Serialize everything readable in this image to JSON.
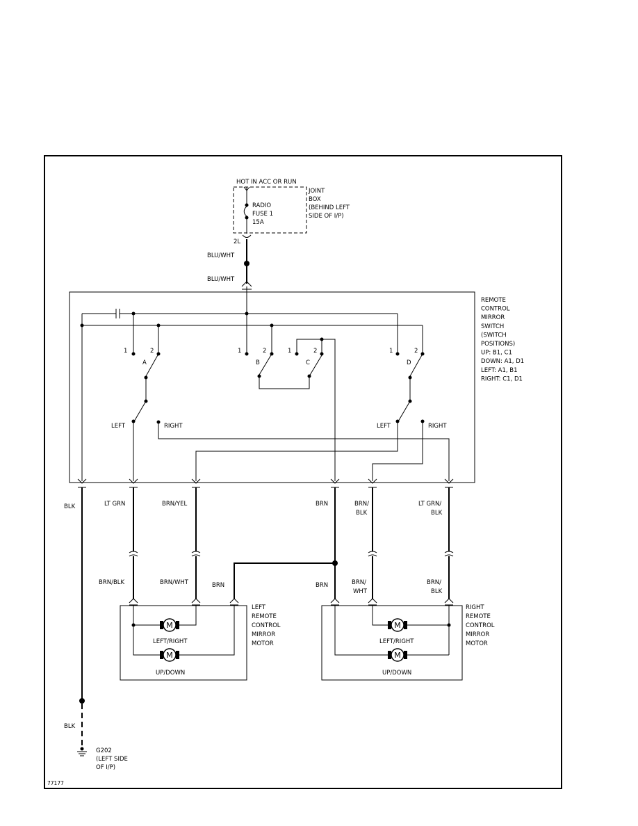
{
  "power": {
    "label": "HOT IN ACC OR RUN"
  },
  "joint_box": {
    "lines": [
      "JOINT",
      "BOX",
      "(BEHIND LEFT",
      "SIDE OF I/P)"
    ]
  },
  "fuse": {
    "lines": [
      "RADIO",
      "FUSE 1",
      "15A"
    ]
  },
  "connectors": {
    "c2l": "2L"
  },
  "wires": {
    "blu_wht_top": "BLU/WHT",
    "blu_wht_mid": "BLU/WHT",
    "blk_top": "BLK",
    "blk_bottom": "BLK",
    "lt_grn": "LT GRN",
    "brn_yel": "BRN/YEL",
    "brn_upper": "BRN",
    "brn_blk_upper": [
      "BRN/",
      "BLK"
    ],
    "lt_grn_blk": [
      "LT GRN/",
      "BLK"
    ],
    "brn_blk_lower": "BRN/BLK",
    "brn_wht_lower": "BRN/WHT",
    "brn_left_motor": "BRN",
    "brn_right_motor": "BRN",
    "brn_wht_right": [
      "BRN/",
      "WHT"
    ],
    "brn_blk_right": [
      "BRN/",
      "BLK"
    ]
  },
  "switch": {
    "title_lines": [
      "REMOTE",
      "CONTROL",
      "MIRROR",
      "SWITCH",
      "(SWITCH",
      "POSITIONS)",
      "UP: B1, C1",
      "DOWN: A1, D1",
      "LEFT: A1, B1",
      "RIGHT: C1, D1"
    ],
    "pos1": "1",
    "pos2": "2",
    "sections": {
      "a": "A",
      "b": "B",
      "c": "C",
      "d": "D"
    },
    "left_label": "LEFT",
    "right_label": "RIGHT"
  },
  "left_motor": {
    "title_lines": [
      "LEFT",
      "REMOTE",
      "CONTROL",
      "MIRROR",
      "MOTOR"
    ],
    "left_right": "LEFT/RIGHT",
    "up_down": "UP/DOWN",
    "m": "M"
  },
  "right_motor": {
    "title_lines": [
      "RIGHT",
      "REMOTE",
      "CONTROL",
      "MIRROR",
      "MOTOR"
    ],
    "left_right": "LEFT/RIGHT",
    "up_down": "UP/DOWN",
    "m": "M"
  },
  "ground": {
    "id": "G202",
    "lines": [
      "(LEFT SIDE",
      "OF I/P)"
    ]
  },
  "figure_id": "77177"
}
